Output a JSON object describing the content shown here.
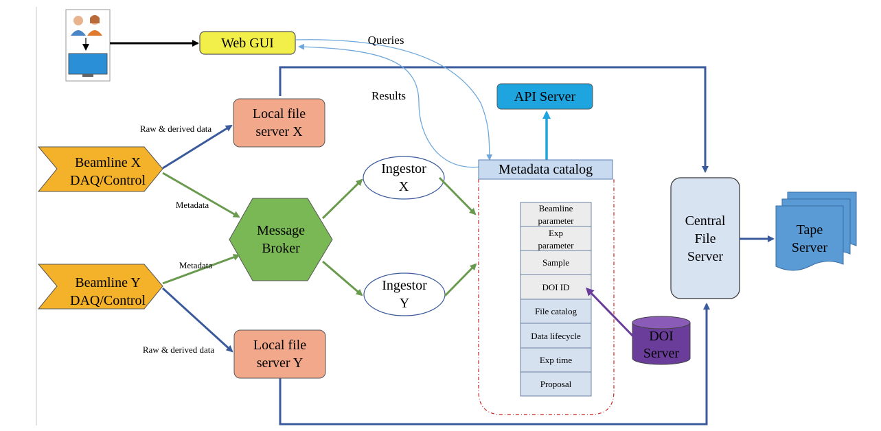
{
  "users": {
    "icon": "users-workstation-icon"
  },
  "web_gui": {
    "label": "Web GUI"
  },
  "edges": {
    "queries": "Queries",
    "results": "Results",
    "raw_x": "Raw & derived data",
    "raw_y": "Raw & derived data",
    "meta_x": "Metadata",
    "meta_y": "Metadata"
  },
  "beamline_x": {
    "line1": "Beamline X",
    "line2": "DAQ/Control"
  },
  "beamline_y": {
    "line1": "Beamline Y",
    "line2": "DAQ/Control"
  },
  "local_x": {
    "line1": "Local file",
    "line2": "server X"
  },
  "local_y": {
    "line1": "Local file",
    "line2": "server Y"
  },
  "broker": {
    "line1": "Message",
    "line2": "Broker"
  },
  "ingestor_x": {
    "line1": "Ingestor",
    "line2": "X"
  },
  "ingestor_y": {
    "line1": "Ingestor",
    "line2": "Y"
  },
  "api_server": {
    "label": "API Server"
  },
  "catalog": {
    "title": "Metadata catalog",
    "items": [
      {
        "l1": "Beamline",
        "l2": "parameter"
      },
      {
        "l1": "Exp",
        "l2": "parameter"
      },
      {
        "l1": "Sample"
      },
      {
        "l1": "DOI ID"
      },
      {
        "l1": "File catalog"
      },
      {
        "l1": "Data lifecycle"
      },
      {
        "l1": "Exp time"
      },
      {
        "l1": "Proposal"
      }
    ]
  },
  "doi_server": {
    "line1": "DOI",
    "line2": "Server"
  },
  "central": {
    "line1": "Central",
    "line2": "File",
    "line3": "Server"
  },
  "tape": {
    "line1": "Tape",
    "line2": "Server"
  },
  "colors": {
    "blue_edge": "#3a5a9b",
    "green_edge": "#6a9a4e",
    "thin_blue": "#6fa8dc",
    "beamline": "#f4b12a",
    "local": "#f2a98b",
    "broker": "#79b854",
    "web_gui": "#f2ef4a",
    "api": "#1ea4de",
    "doi": "#6a3d9a",
    "tape": "#5b9bd5"
  }
}
